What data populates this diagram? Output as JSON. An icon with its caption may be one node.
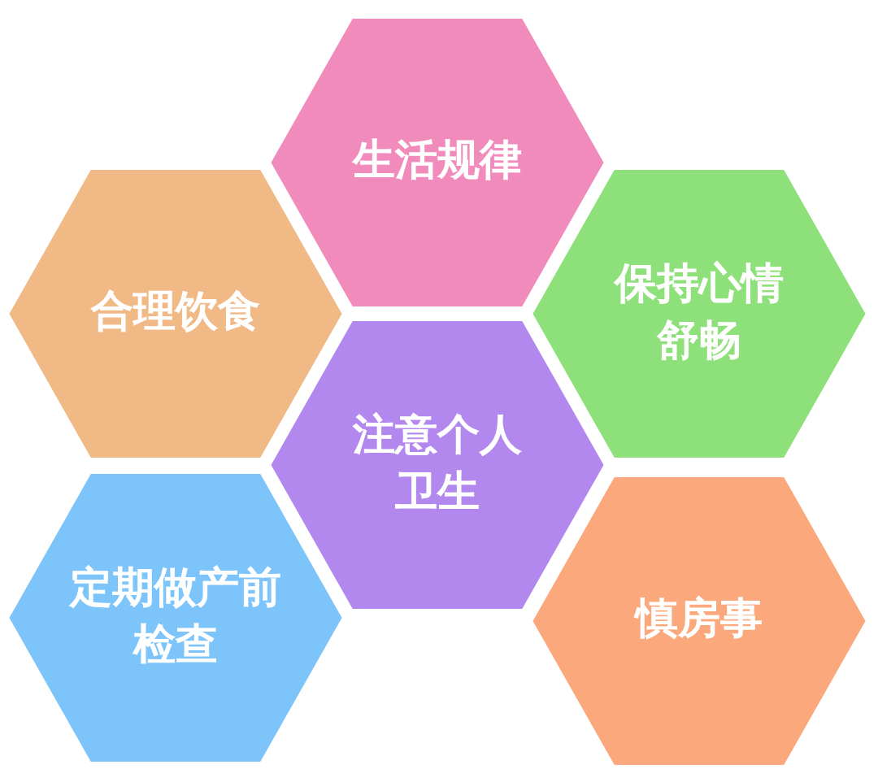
{
  "diagram": {
    "nodes": [
      {
        "text": [
          "生活规律"
        ]
      },
      {
        "text": [
          "合理饮食"
        ]
      },
      {
        "text": [
          "保持心情舒畅"
        ]
      },
      {
        "text": [
          "注意个人卫生"
        ]
      },
      {
        "text": [
          "定期做产前检查"
        ]
      },
      {
        "text": [
          "慎房事"
        ]
      }
    ]
  }
}
